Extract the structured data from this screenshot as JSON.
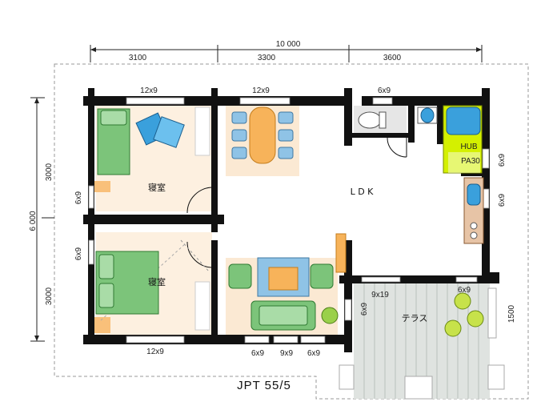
{
  "title": "JPT 55/5",
  "dimensions": {
    "total_width": "10 000",
    "segments": [
      "3100",
      "3300",
      "3600"
    ],
    "total_height": "6 000",
    "left_upper": "3000",
    "left_lower": "3000",
    "right_terrace": "1500"
  },
  "rooms": {
    "bedroom_upper": "寝室",
    "bedroom_lower": "寝室",
    "ldk": "L D K",
    "terrace": "テラス"
  },
  "fixtures": {
    "hub_line1": "HUB",
    "hub_line2": "PA30"
  },
  "windows": {
    "top_bedroom": "12x9",
    "top_dining": "12x9",
    "top_wc": "6x9",
    "left_upper": "6x9",
    "left_lower": "6x9",
    "right_upper": "6x9",
    "right_lower": "6x9",
    "terrace_door": "9x19",
    "terrace_side": "6x9",
    "terrace_right": "6x9",
    "bottom_bedroom": "12x9",
    "bottom_living_1": "6x9",
    "bottom_living_2": "9x9",
    "bottom_living_3": "6x9"
  },
  "colors": {
    "wall": "#111111",
    "furniture_green": "#7cc47a",
    "furniture_blue": "#8fc3e6",
    "wood_floor": "#fbe9d3",
    "table_orange": "#f7b35a",
    "hub_yellow": "#d4f000",
    "terrace_deck": "#dfe3e0"
  }
}
